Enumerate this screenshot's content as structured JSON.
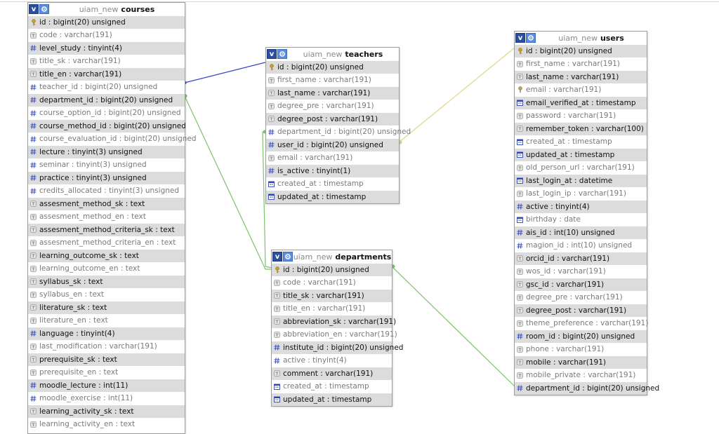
{
  "db_name": "uiam_new",
  "colors": {
    "blue_link": "#3b46c8",
    "green_link": "#7cc26b",
    "yellow_link": "#e4df9b"
  },
  "tables": {
    "courses": {
      "title": "courses",
      "columns": [
        {
          "text": "id : bigint(20) unsigned",
          "icon": "primary-key",
          "tone": "dark"
        },
        {
          "text": "code : varchar(191)",
          "icon": "text",
          "tone": "light"
        },
        {
          "text": "level_study : tinyint(4)",
          "icon": "number",
          "tone": "dark"
        },
        {
          "text": "title_sk : varchar(191)",
          "icon": "text",
          "tone": "light"
        },
        {
          "text": "title_en : varchar(191)",
          "icon": "text",
          "tone": "dark"
        },
        {
          "text": "teacher_id : bigint(20) unsigned",
          "icon": "number",
          "tone": "light"
        },
        {
          "text": "department_id : bigint(20) unsigned",
          "icon": "number",
          "tone": "dark"
        },
        {
          "text": "course_option_id : bigint(20) unsigned",
          "icon": "number",
          "tone": "light"
        },
        {
          "text": "course_method_id : bigint(20) unsigned",
          "icon": "number",
          "tone": "dark"
        },
        {
          "text": "course_evaluation_id : bigint(20) unsigned",
          "icon": "number",
          "tone": "light"
        },
        {
          "text": "lecture : tinyint(3) unsigned",
          "icon": "number",
          "tone": "dark"
        },
        {
          "text": "seminar : tinyint(3) unsigned",
          "icon": "number",
          "tone": "light"
        },
        {
          "text": "practice : tinyint(3) unsigned",
          "icon": "number",
          "tone": "dark"
        },
        {
          "text": "credits_allocated : tinyint(3) unsigned",
          "icon": "number",
          "tone": "light"
        },
        {
          "text": "assesment_method_sk : text",
          "icon": "text",
          "tone": "dark"
        },
        {
          "text": "assesment_method_en : text",
          "icon": "text",
          "tone": "light"
        },
        {
          "text": "assesment_method_criteria_sk : text",
          "icon": "text",
          "tone": "dark"
        },
        {
          "text": "assesment_method_criteria_en : text",
          "icon": "text",
          "tone": "light"
        },
        {
          "text": "learning_outcome_sk : text",
          "icon": "text",
          "tone": "dark"
        },
        {
          "text": "learning_outcome_en : text",
          "icon": "text",
          "tone": "light"
        },
        {
          "text": "syllabus_sk : text",
          "icon": "text",
          "tone": "dark"
        },
        {
          "text": "syllabus_en : text",
          "icon": "text",
          "tone": "light"
        },
        {
          "text": "literature_sk : text",
          "icon": "text",
          "tone": "dark"
        },
        {
          "text": "literature_en : text",
          "icon": "text",
          "tone": "light"
        },
        {
          "text": "language : tinyint(4)",
          "icon": "number",
          "tone": "dark"
        },
        {
          "text": "last_modification : varchar(191)",
          "icon": "text",
          "tone": "light"
        },
        {
          "text": "prerequisite_sk : text",
          "icon": "text",
          "tone": "dark"
        },
        {
          "text": "prerequisite_en : text",
          "icon": "text",
          "tone": "light"
        },
        {
          "text": "moodle_lecture : int(11)",
          "icon": "number",
          "tone": "dark"
        },
        {
          "text": "moodle_exercise : int(11)",
          "icon": "number",
          "tone": "light"
        },
        {
          "text": "learning_activity_sk : text",
          "icon": "text",
          "tone": "dark"
        },
        {
          "text": "learning_activity_en : text",
          "icon": "text",
          "tone": "light"
        }
      ]
    },
    "teachers": {
      "title": "teachers",
      "columns": [
        {
          "text": "id : bigint(20) unsigned",
          "icon": "primary-key",
          "tone": "dark"
        },
        {
          "text": "first_name : varchar(191)",
          "icon": "text",
          "tone": "light"
        },
        {
          "text": "last_name : varchar(191)",
          "icon": "text",
          "tone": "dark"
        },
        {
          "text": "degree_pre : varchar(191)",
          "icon": "text",
          "tone": "light"
        },
        {
          "text": "degree_post : varchar(191)",
          "icon": "text",
          "tone": "dark"
        },
        {
          "text": "department_id : bigint(20) unsigned",
          "icon": "number",
          "tone": "light"
        },
        {
          "text": "user_id : bigint(20) unsigned",
          "icon": "number",
          "tone": "dark"
        },
        {
          "text": "email : varchar(191)",
          "icon": "text",
          "tone": "light"
        },
        {
          "text": "is_active : tinyint(1)",
          "icon": "number",
          "tone": "dark"
        },
        {
          "text": "created_at : timestamp",
          "icon": "datetime",
          "tone": "light"
        },
        {
          "text": "updated_at : timestamp",
          "icon": "datetime",
          "tone": "dark"
        }
      ]
    },
    "departments": {
      "title": "departments",
      "columns": [
        {
          "text": "id : bigint(20) unsigned",
          "icon": "primary-key",
          "tone": "dark"
        },
        {
          "text": "code : varchar(191)",
          "icon": "text",
          "tone": "light"
        },
        {
          "text": "title_sk : varchar(191)",
          "icon": "text",
          "tone": "dark"
        },
        {
          "text": "title_en : varchar(191)",
          "icon": "text",
          "tone": "light"
        },
        {
          "text": "abbreviation_sk : varchar(191)",
          "icon": "text",
          "tone": "dark"
        },
        {
          "text": "abbreviation_en : varchar(191)",
          "icon": "text",
          "tone": "light"
        },
        {
          "text": "institute_id : bigint(20) unsigned",
          "icon": "number",
          "tone": "dark"
        },
        {
          "text": "active : tinyint(4)",
          "icon": "number",
          "tone": "light"
        },
        {
          "text": "comment : varchar(191)",
          "icon": "text",
          "tone": "dark"
        },
        {
          "text": "created_at : timestamp",
          "icon": "datetime",
          "tone": "light"
        },
        {
          "text": "updated_at : timestamp",
          "icon": "datetime",
          "tone": "dark"
        }
      ]
    },
    "users": {
      "title": "users",
      "columns": [
        {
          "text": "id : bigint(20) unsigned",
          "icon": "primary-key",
          "tone": "dark"
        },
        {
          "text": "first_name : varchar(191)",
          "icon": "text",
          "tone": "light"
        },
        {
          "text": "last_name : varchar(191)",
          "icon": "text",
          "tone": "dark"
        },
        {
          "text": "email : varchar(191)",
          "icon": "unique-key",
          "tone": "light"
        },
        {
          "text": "email_verified_at : timestamp",
          "icon": "datetime",
          "tone": "dark"
        },
        {
          "text": "password : varchar(191)",
          "icon": "text",
          "tone": "light"
        },
        {
          "text": "remember_token : varchar(100)",
          "icon": "text",
          "tone": "dark"
        },
        {
          "text": "created_at : timestamp",
          "icon": "datetime",
          "tone": "light"
        },
        {
          "text": "updated_at : timestamp",
          "icon": "datetime",
          "tone": "dark"
        },
        {
          "text": "old_person_url : varchar(191)",
          "icon": "text",
          "tone": "light"
        },
        {
          "text": "last_login_at : datetime",
          "icon": "datetime",
          "tone": "dark"
        },
        {
          "text": "last_login_ip : varchar(191)",
          "icon": "text",
          "tone": "light"
        },
        {
          "text": "active : tinyint(4)",
          "icon": "number",
          "tone": "dark"
        },
        {
          "text": "birthday : date",
          "icon": "datetime",
          "tone": "light"
        },
        {
          "text": "ais_id : int(10) unsigned",
          "icon": "number",
          "tone": "dark"
        },
        {
          "text": "magion_id : int(10) unsigned",
          "icon": "number",
          "tone": "light"
        },
        {
          "text": "orcid_id : varchar(191)",
          "icon": "text",
          "tone": "dark"
        },
        {
          "text": "wos_id : varchar(191)",
          "icon": "text",
          "tone": "light"
        },
        {
          "text": "gsc_id : varchar(191)",
          "icon": "text",
          "tone": "dark"
        },
        {
          "text": "degree_pre : varchar(191)",
          "icon": "text",
          "tone": "light"
        },
        {
          "text": "degree_post : varchar(191)",
          "icon": "text",
          "tone": "dark"
        },
        {
          "text": "theme_preference : varchar(191)",
          "icon": "text",
          "tone": "light"
        },
        {
          "text": "room_id : bigint(20) unsigned",
          "icon": "number",
          "tone": "dark"
        },
        {
          "text": "phone : varchar(191)",
          "icon": "text",
          "tone": "light"
        },
        {
          "text": "mobile : varchar(191)",
          "icon": "text",
          "tone": "dark"
        },
        {
          "text": "mobile_private : varchar(191)",
          "icon": "text",
          "tone": "light"
        },
        {
          "text": "department_id : bigint(20) unsigned",
          "icon": "number",
          "tone": "dark"
        }
      ]
    }
  }
}
